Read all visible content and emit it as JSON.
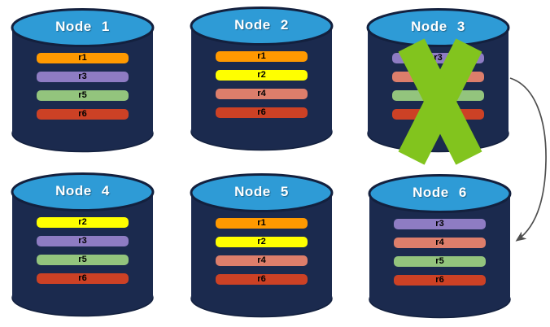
{
  "palette": {
    "cylinder_body": "#1B2A4E",
    "cylinder_top": "#2E9BD6",
    "cylinder_outline": "#13203E",
    "node_title_color": "#FFFFFF",
    "replica_label_color": "#000000",
    "failure_x_color": "#82C41E",
    "arrow_color": "#4F4F4F"
  },
  "replica_colors": {
    "r1": "#FF9900",
    "r2": "#FFFF00",
    "r3": "#8E7CC3",
    "r4": "#DD7E6B",
    "r5": "#93C47D",
    "r6": "#CC4125"
  },
  "nodes": [
    {
      "title": "Node 1",
      "failed": false,
      "replicas": [
        "r1",
        "r3",
        "r5",
        "r6"
      ]
    },
    {
      "title": "Node 2",
      "failed": false,
      "replicas": [
        "r1",
        "r2",
        "r4",
        "r6"
      ]
    },
    {
      "title": "Node 3",
      "failed": true,
      "replicas": [
        "r3",
        "r4",
        "r5",
        "r6"
      ]
    },
    {
      "title": "Node 4",
      "failed": false,
      "replicas": [
        "r2",
        "r3",
        "r5",
        "r6"
      ]
    },
    {
      "title": "Node 5",
      "failed": false,
      "replicas": [
        "r1",
        "r2",
        "r4",
        "r6"
      ]
    },
    {
      "title": "Node 6",
      "failed": false,
      "replicas": [
        "r3",
        "r4",
        "r5",
        "r6"
      ]
    }
  ],
  "arrow": {
    "from": "Node 3",
    "to": "Node 6"
  },
  "icons": {
    "failure": "x-mark-icon",
    "redirect": "curved-arrow-icon"
  }
}
